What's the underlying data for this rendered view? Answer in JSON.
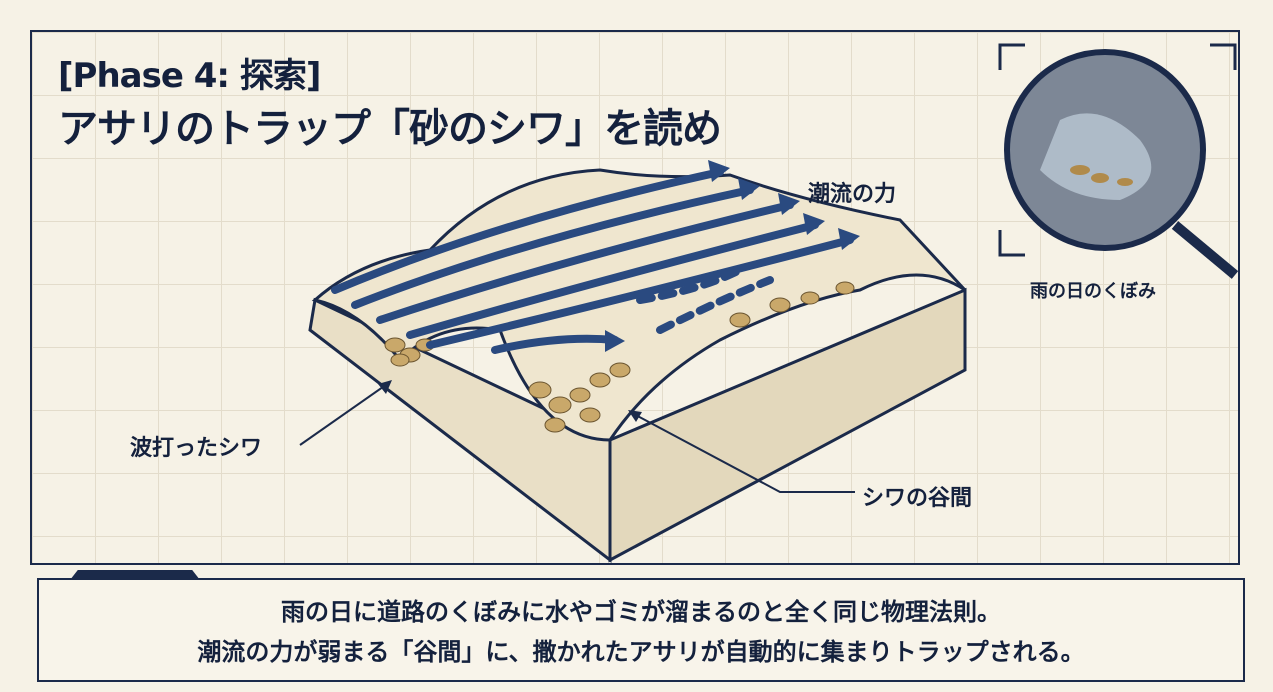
{
  "title": {
    "phase": "[Phase 4: 探索]",
    "main": "アサリのトラップ「砂のシワ」を読め"
  },
  "labels": {
    "current": "潮流の力",
    "ridge": "波打ったシワ",
    "valley": "シワの谷間",
    "inset": "雨の日のくぼみ"
  },
  "caption": {
    "line1": "雨の日に道路のくぼみに水やゴミが溜まるのと全く同じ物理法則。",
    "line2": "潮流の力が弱まる「谷間」に、撒かれたアサリが自動的に集まりトラップされる。"
  },
  "colors": {
    "navy": "#1b2a4a",
    "arrow": "#2a4a80",
    "sand": "#e8dcc0",
    "clam": "#c9a86a",
    "paper": "#f6f2e6"
  }
}
